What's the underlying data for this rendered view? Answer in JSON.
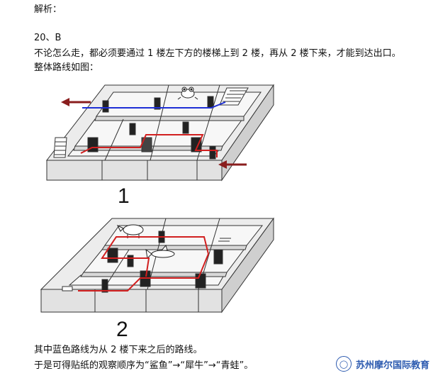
{
  "text": {
    "heading": "解析：",
    "answer": "20、B",
    "line1": "不论怎么走，都必须要通过 1 楼左下方的楼梯上到 2 楼，再从 2 楼下来，才能到达出口。",
    "line2": "整体路线如图：",
    "line3": "其中蓝色路线为从 2 楼下来之后的路线。",
    "line4": "于是可得贴纸的观察顺序为“鲨鱼”→“犀牛”→“青蛙”。"
  },
  "figure": {
    "floor1_label": "1",
    "floor2_label": "2",
    "red_route_color": "#d11f1f",
    "blue_route_color": "#1e2fd6",
    "arrow_color": "#8a1e1e"
  },
  "watermark": {
    "icon": "wechat-icon",
    "text": "苏州摩尔国际教育"
  }
}
